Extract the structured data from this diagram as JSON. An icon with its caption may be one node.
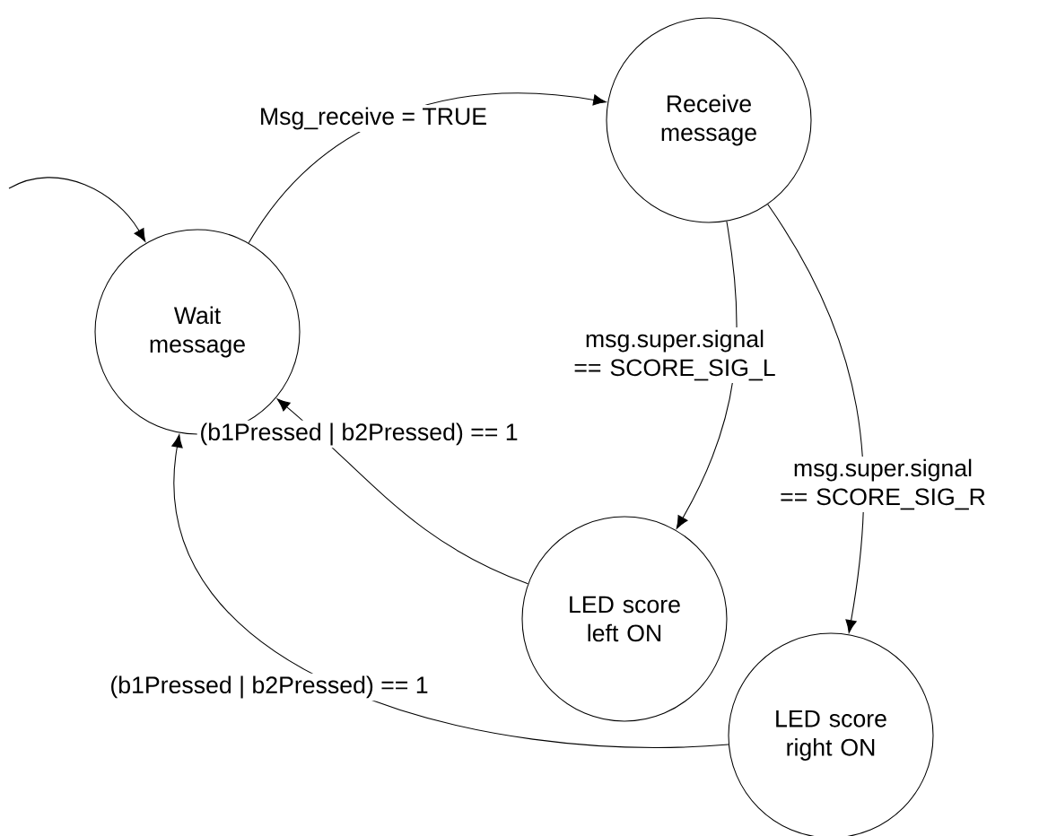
{
  "diagram": {
    "nodes": [
      {
        "text": [
          "Wait message"
        ]
      },
      {
        "text": [
          "Receive message"
        ]
      },
      {
        "text": [
          "LED score left ON"
        ]
      },
      {
        "text": [
          "LED score right ON"
        ]
      }
    ],
    "edges": [
      {
        "from": null,
        "to": 0,
        "arrow": "to"
      },
      {
        "from": 0,
        "to": 1,
        "arrow": "to",
        "label": "Msg_receive = TRUE"
      },
      {
        "from": 1,
        "to": 2,
        "arrow": "to",
        "label": "msg.super.signal == SCORE_SIG_L"
      },
      {
        "from": 1,
        "to": 3,
        "arrow": "to",
        "label": "msg.super.signal == SCORE_SIG_R"
      },
      {
        "from": 2,
        "to": 0,
        "arrow": "to",
        "label": "(b1Pressed | b2Pressed) == 1"
      },
      {
        "from": 3,
        "to": 0,
        "arrow": "to",
        "label": "(b1Pressed | b2Pressed) == 1"
      }
    ]
  }
}
